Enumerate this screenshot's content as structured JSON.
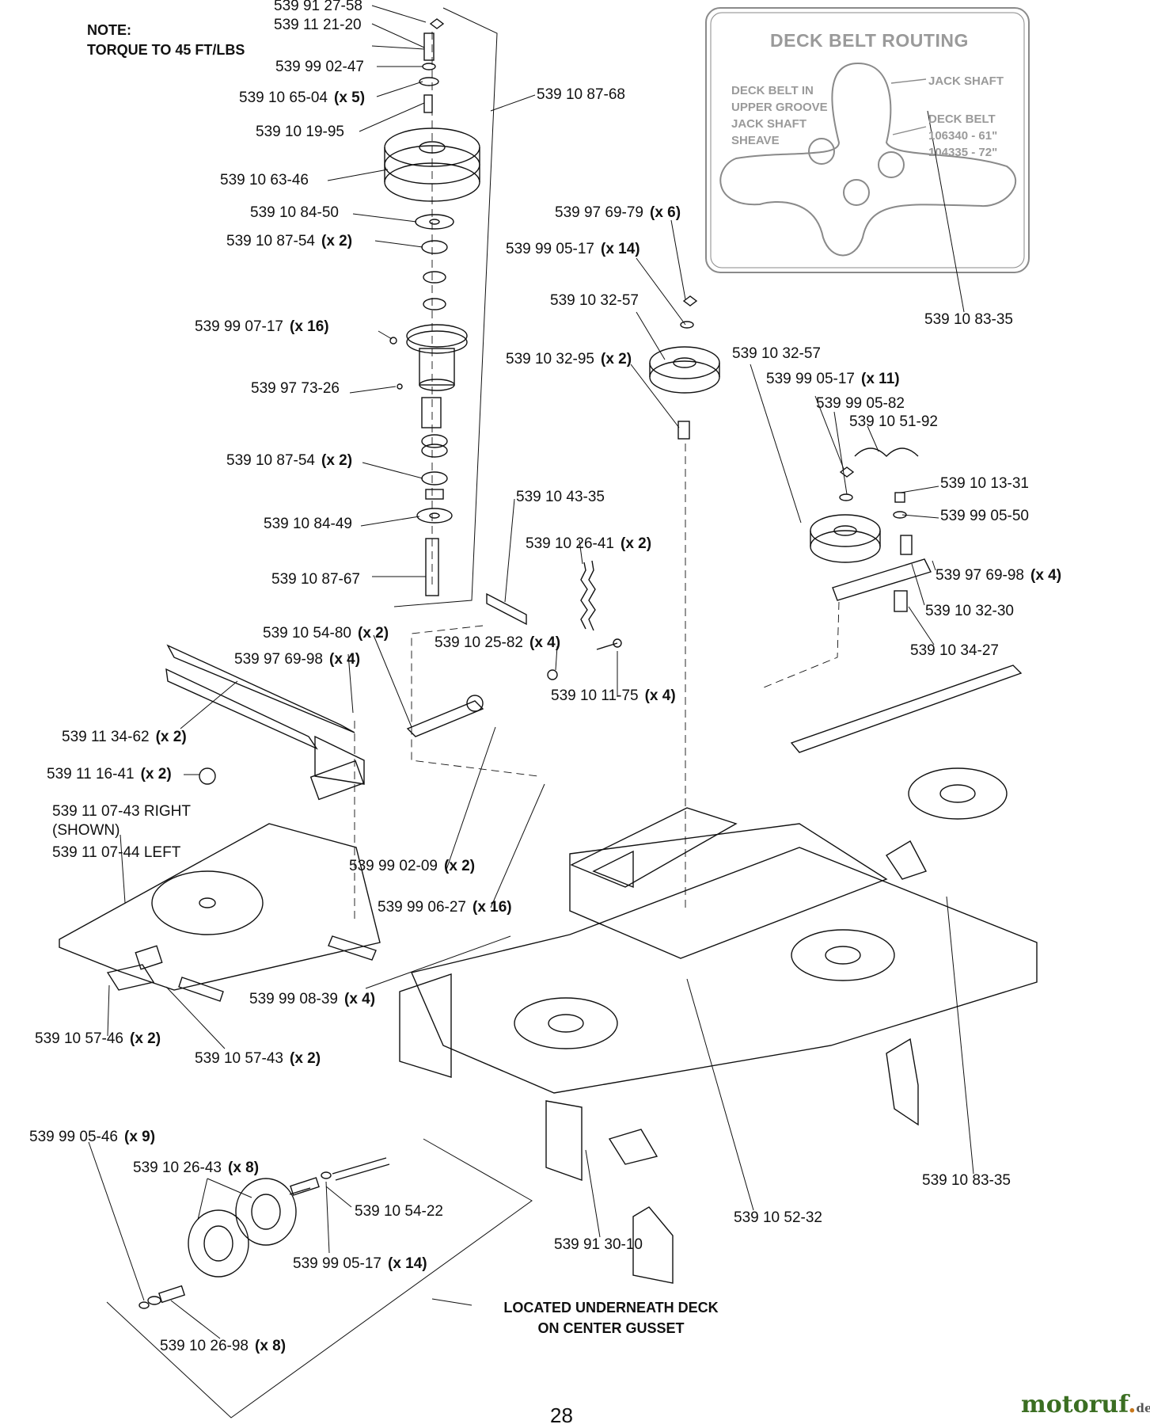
{
  "note": {
    "line1": "NOTE:",
    "line2": "TORQUE TO 45 FT/LBS"
  },
  "inset": {
    "title": "DECK BELT ROUTING",
    "left_text": [
      "DECK BELT IN",
      "UPPER GROOVE",
      "JACK SHAFT",
      "SHEAVE"
    ],
    "jack_shaft": "JACK SHAFT",
    "deck_belt": [
      "DECK BELT",
      "106340 - 61\"",
      "104335 - 72\""
    ]
  },
  "labels": [
    {
      "pn": "539 91 27-58",
      "qty": ""
    },
    {
      "pn": "539 11 21-20",
      "qty": ""
    },
    {
      "pn": "539 99 02-47",
      "qty": ""
    },
    {
      "pn": "539 10 65-04",
      "qty": "(x 5)"
    },
    {
      "pn": "539 10 87-68",
      "qty": ""
    },
    {
      "pn": "539 10 19-95",
      "qty": ""
    },
    {
      "pn": "539 10 63-46",
      "qty": ""
    },
    {
      "pn": "539 10 84-50",
      "qty": ""
    },
    {
      "pn": "539 10 87-54",
      "qty": "(x 2)"
    },
    {
      "pn": "539 99 07-17",
      "qty": "(x 16)"
    },
    {
      "pn": "539 97 73-26",
      "qty": ""
    },
    {
      "pn": "539 10 87-54",
      "qty": "(x 2)"
    },
    {
      "pn": "539 10 84-49",
      "qty": ""
    },
    {
      "pn": "539 10 87-67",
      "qty": ""
    },
    {
      "pn": "539 97 69-79",
      "qty": "(x 6)"
    },
    {
      "pn": "539 99 05-17",
      "qty": "(x 14)"
    },
    {
      "pn": "539 10 32-57",
      "qty": ""
    },
    {
      "pn": "539 10 32-95",
      "qty": "(x 2)"
    },
    {
      "pn": "539 10 32-57",
      "qty": ""
    },
    {
      "pn": "539 99 05-17",
      "qty": "(x 11)"
    },
    {
      "pn": "539 99 05-82",
      "qty": ""
    },
    {
      "pn": "539 10 51-92",
      "qty": ""
    },
    {
      "pn": "539 10 83-35",
      "qty": ""
    },
    {
      "pn": "539 10 13-31",
      "qty": ""
    },
    {
      "pn": "539 99 05-50",
      "qty": ""
    },
    {
      "pn": "539 97 69-98",
      "qty": "(x 4)"
    },
    {
      "pn": "539 10 32-30",
      "qty": ""
    },
    {
      "pn": "539 10 34-27",
      "qty": ""
    },
    {
      "pn": "539 10 43-35",
      "qty": ""
    },
    {
      "pn": "539 10 26-41",
      "qty": "(x 2)"
    },
    {
      "pn": "539 10 25-82",
      "qty": "(x 4)"
    },
    {
      "pn": "539 10 11-75",
      "qty": "(x 4)"
    },
    {
      "pn": "539 10 54-80",
      "qty": "(x 2)"
    },
    {
      "pn": "539 97 69-98",
      "qty": "(x 4)"
    },
    {
      "pn": "539 11 34-62",
      "qty": "(x 2)"
    },
    {
      "pn": "539 11 16-41",
      "qty": "(x 2)"
    },
    {
      "pn": "539 11 07-43 RIGHT",
      "qty": ""
    },
    {
      "pn": "(SHOWN)",
      "qty": ""
    },
    {
      "pn": "539 11 07-44 LEFT",
      "qty": ""
    },
    {
      "pn": "539 99 02-09",
      "qty": "(x 2)"
    },
    {
      "pn": "539 99 06-27",
      "qty": "(x 16)"
    },
    {
      "pn": "539 99 08-39",
      "qty": "(x 4)"
    },
    {
      "pn": "539 10 57-46",
      "qty": "(x 2)"
    },
    {
      "pn": "539 10 57-43",
      "qty": "(x 2)"
    },
    {
      "pn": "539 99 05-46",
      "qty": "(x 9)"
    },
    {
      "pn": "539 10 26-43",
      "qty": "(x 8)"
    },
    {
      "pn": "539 10 54-22",
      "qty": ""
    },
    {
      "pn": "539 99 05-17",
      "qty": "(x 14)"
    },
    {
      "pn": "539 10 26-98",
      "qty": "(x 8)"
    },
    {
      "pn": "539 91 30-10",
      "qty": ""
    },
    {
      "pn": "539 10 52-32",
      "qty": ""
    },
    {
      "pn": "539 10 83-35",
      "qty": ""
    }
  ],
  "caption": {
    "line1": "LOCATED UNDERNEATH DECK",
    "line2": "ON CENTER GUSSET"
  },
  "page_number": "28",
  "brand": {
    "name": "motoruf",
    "tld": "de"
  }
}
